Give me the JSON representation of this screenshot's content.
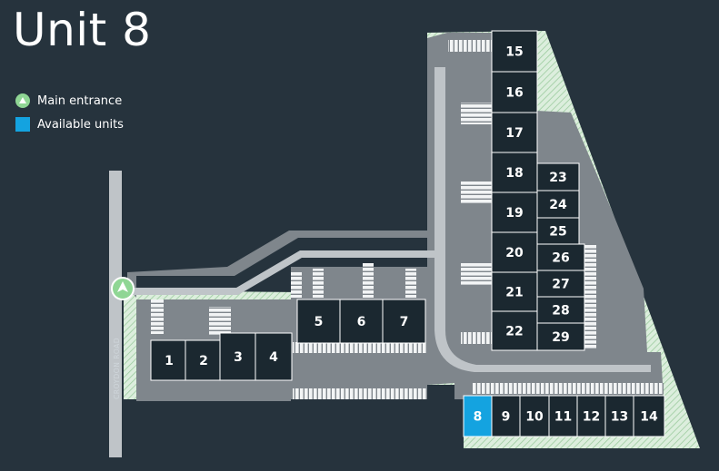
{
  "title": "Unit 8",
  "legend": {
    "entrance_label": "Main entrance",
    "available_label": "Available units"
  },
  "road_label": "CROYDON ROAD",
  "colors": {
    "background": "#26333d",
    "site": "#7f868c",
    "landscape": "#dceedd",
    "road": "#bfc4c8",
    "unit": "#1b2830",
    "available": "#14a3e0",
    "entrance": "#8fd694"
  },
  "units": [
    {
      "label": "1",
      "status": "occupied"
    },
    {
      "label": "2",
      "status": "occupied"
    },
    {
      "label": "3",
      "status": "occupied"
    },
    {
      "label": "4",
      "status": "occupied"
    },
    {
      "label": "5",
      "status": "occupied"
    },
    {
      "label": "6",
      "status": "occupied"
    },
    {
      "label": "7",
      "status": "occupied"
    },
    {
      "label": "8",
      "status": "available"
    },
    {
      "label": "9",
      "status": "occupied"
    },
    {
      "label": "10",
      "status": "occupied"
    },
    {
      "label": "11",
      "status": "occupied"
    },
    {
      "label": "12",
      "status": "occupied"
    },
    {
      "label": "13",
      "status": "occupied"
    },
    {
      "label": "14",
      "status": "occupied"
    },
    {
      "label": "15",
      "status": "occupied"
    },
    {
      "label": "16",
      "status": "occupied"
    },
    {
      "label": "17",
      "status": "occupied"
    },
    {
      "label": "18",
      "status": "occupied"
    },
    {
      "label": "19",
      "status": "occupied"
    },
    {
      "label": "20",
      "status": "occupied"
    },
    {
      "label": "21",
      "status": "occupied"
    },
    {
      "label": "22",
      "status": "occupied"
    },
    {
      "label": "23",
      "status": "occupied"
    },
    {
      "label": "24",
      "status": "occupied"
    },
    {
      "label": "25",
      "status": "occupied"
    },
    {
      "label": "26",
      "status": "occupied"
    },
    {
      "label": "27",
      "status": "occupied"
    },
    {
      "label": "28",
      "status": "occupied"
    },
    {
      "label": "29",
      "status": "occupied"
    }
  ]
}
